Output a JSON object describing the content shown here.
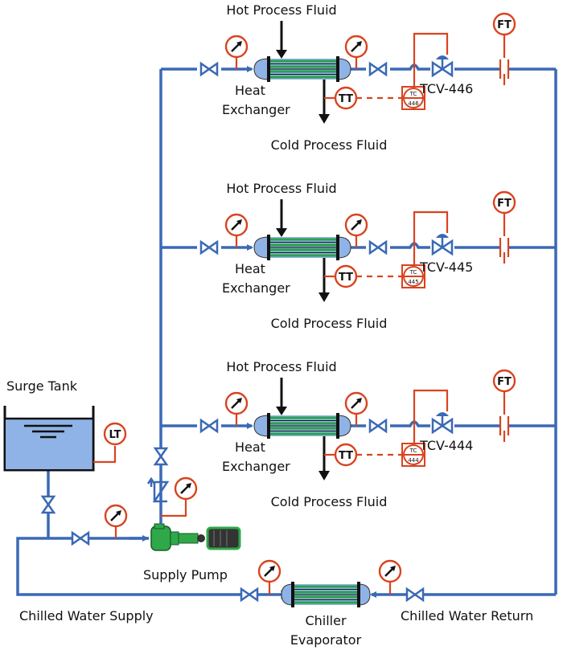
{
  "title": "Chilled Water Loop P&ID",
  "colors": {
    "pipe": "#3a69b5",
    "signal": "#d9431f",
    "tube_green": "#2aa14a",
    "shell_fill": "#8fb3e6",
    "tank_fill": "#8fb3e6",
    "pump_green": "#2fa84a",
    "text": "#111111"
  },
  "surge_tank": {
    "label": "Surge Tank",
    "level_transmitter": "LT"
  },
  "supply_pump": {
    "label": "Supply Pump"
  },
  "chiller": {
    "label_line1": "Chiller",
    "label_line2": "Evaporator"
  },
  "loop_labels": {
    "supply": "Chilled Water Supply",
    "return": "Chilled Water Return"
  },
  "branches": [
    {
      "hot_label": "Hot Process Fluid",
      "cold_label": "Cold Process Fluid",
      "hx_line1": "Heat",
      "hx_line2": "Exchanger",
      "temp_transmitter": "TT",
      "controller_top": "TC",
      "controller_bottom": "446",
      "valve_tag": "TCV-446",
      "flow_transmitter": "FT"
    },
    {
      "hot_label": "Hot Process Fluid",
      "cold_label": "Cold Process Fluid",
      "hx_line1": "Heat",
      "hx_line2": "Exchanger",
      "temp_transmitter": "TT",
      "controller_top": "TC",
      "controller_bottom": "445",
      "valve_tag": "TCV-445",
      "flow_transmitter": "FT"
    },
    {
      "hot_label": "Hot Process Fluid",
      "cold_label": "Cold Process Fluid",
      "hx_line1": "Heat",
      "hx_line2": "Exchanger",
      "temp_transmitter": "TT",
      "controller_top": "TC",
      "controller_bottom": "444",
      "valve_tag": "TCV-444",
      "flow_transmitter": "FT"
    }
  ]
}
